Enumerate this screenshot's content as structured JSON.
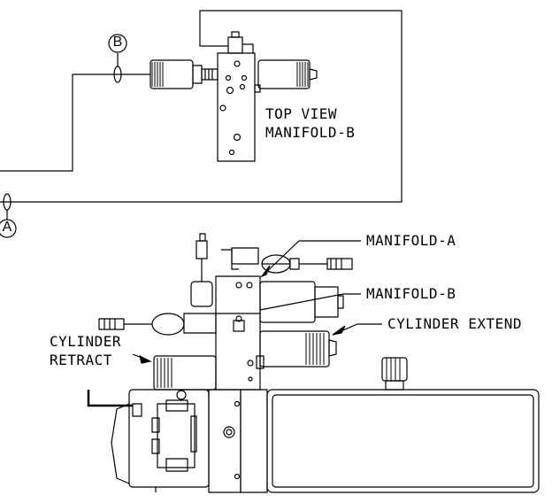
{
  "markers": {
    "a": "A",
    "b": "B"
  },
  "labels": {
    "top_view_line1": "TOP VIEW",
    "top_view_line2": "MANIFOLD-B",
    "manifold_a": "MANIFOLD-A",
    "manifold_b": "MANIFOLD-B",
    "cylinder_extend": "CYLINDER EXTEND",
    "cylinder_retract_line1": "CYLINDER",
    "cylinder_retract_line2": "RETRACT"
  },
  "colors": {
    "line": "#000000",
    "background": "#ffffff"
  }
}
